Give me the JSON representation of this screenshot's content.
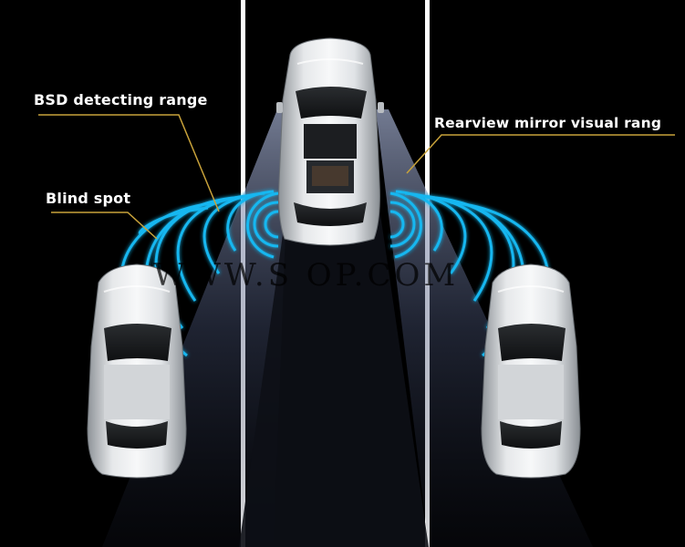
{
  "labels": {
    "bsd_range": "BSD detecting range",
    "blind_spot": "Blind spot",
    "rearview": "Rearview mirror visual rang"
  },
  "watermark": "WWW.S      OP.COM",
  "colors": {
    "background": "#000000",
    "lane_line": "#ffffff",
    "wave": "#16b7f0",
    "annotation_line": "#c8a23a",
    "car_body": "#d9dcdf"
  }
}
